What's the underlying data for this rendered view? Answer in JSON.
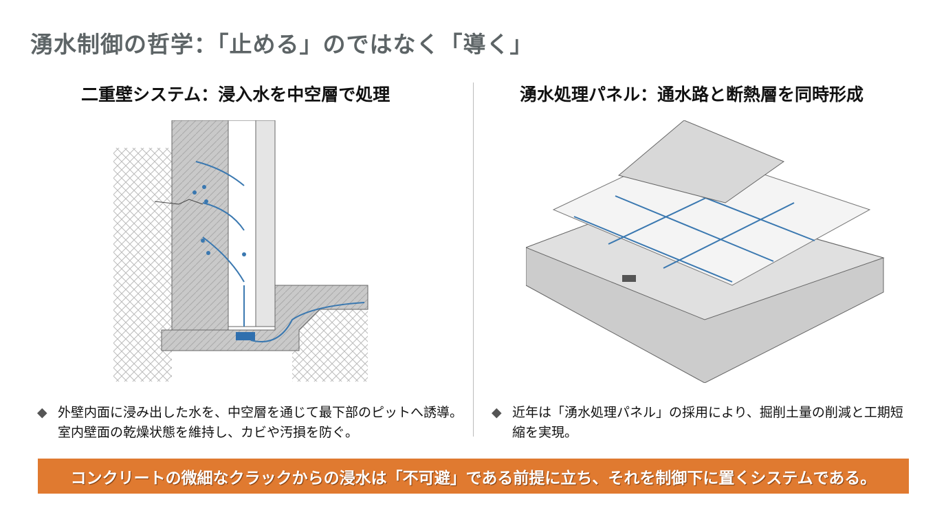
{
  "title": "湧水制御の哲学：「止める」のではなく「導く」",
  "left": {
    "heading": "二重壁システム：浸入水を中空層で処理",
    "bullet": "外壁内面に浸み出した水を、中空層を通じて最下部のピットへ誘導。室内壁面の乾燥状態を維持し、カビや汚損を防ぐ。"
  },
  "right": {
    "heading": "湧水処理パネル：通水路と断熱層を同時形成",
    "bullet": "近年は「湧水処理パネル」の採用により、掘削土量の削減と工期短縮を実現。"
  },
  "banner": "コンクリートの微細なクラックからの浸水は「不可避」である前提に立ち、それを制御下に置くシステムである。",
  "colors": {
    "accent": "#e07a30",
    "water": "#3a78b0",
    "title": "#5d6466"
  }
}
